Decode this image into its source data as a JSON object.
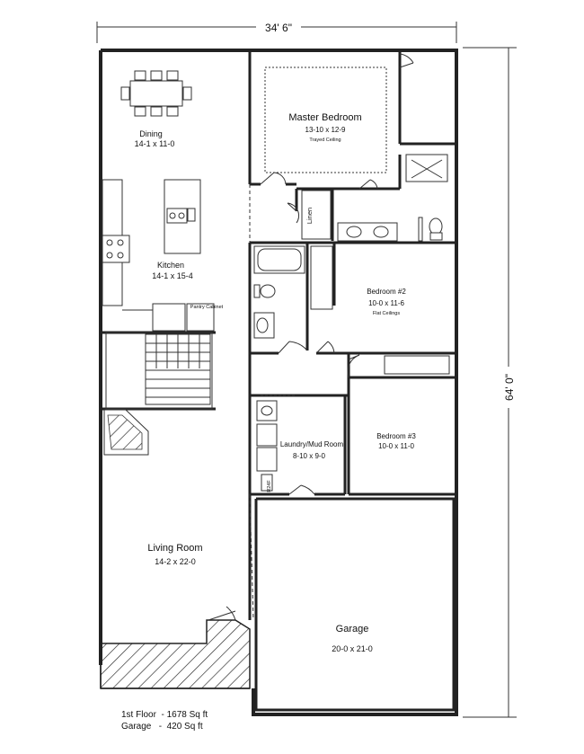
{
  "dimensions": {
    "width_label": "34' 6\"",
    "height_label": "64' 0\""
  },
  "rooms": {
    "dining": {
      "name": "Dining",
      "size": "14-1 x 11-0"
    },
    "kitchen": {
      "name": "Kitchen",
      "size": "14-1 x 15-4"
    },
    "pantry": {
      "name": "Pantry Cabinet"
    },
    "master": {
      "name": "Master Bedroom",
      "size": "13-10 x 12-9",
      "note": "Trayed Ceiling"
    },
    "linen": {
      "name": "Linen"
    },
    "bed2": {
      "name": "Bedroom #2",
      "size": "10-0 x 11-6",
      "note": "Flat Ceilings"
    },
    "bed3": {
      "name": "Bedroom #3",
      "size": "10-0 x 11-0"
    },
    "laundry": {
      "name": "Laundry/Mud Room",
      "size": "8-10 x 9-0",
      "appliance": "R24F"
    },
    "living": {
      "name": "Living Room",
      "size": "14-2 x 22-0"
    },
    "garage": {
      "name": "Garage",
      "size": "20-0 x 21-0"
    }
  },
  "totals": {
    "floor": "1st Floor  - 1678 Sq ft",
    "garage": "Garage   -  420 Sq ft"
  }
}
